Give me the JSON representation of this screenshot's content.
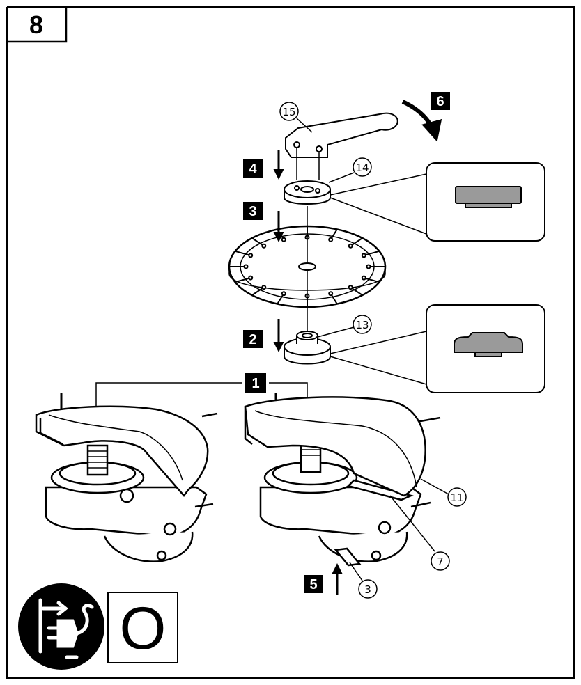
{
  "figure": {
    "number": "8"
  },
  "steps": [
    "1",
    "2",
    "3",
    "4",
    "5",
    "6"
  ],
  "parts": {
    "wrench": "15",
    "outer_flange": "14",
    "inner_flange": "13",
    "guard": "11",
    "lever": "7",
    "spindle_lock": "3"
  },
  "switch": {
    "off_symbol": "O"
  },
  "icons": {
    "unplug": "unplug-power-cord-icon",
    "wheel": "diamond-cutting-wheel-icon",
    "arrow": "arrow-icon"
  },
  "colors": {
    "line": "#000000",
    "fill": "#ffffff",
    "flange_gray": "#9a9a9a",
    "flange_dark": "#555555"
  }
}
